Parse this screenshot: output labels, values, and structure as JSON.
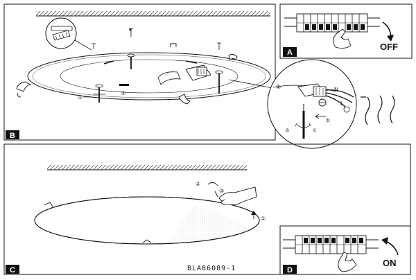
{
  "panels": {
    "a": {
      "tag": "A",
      "switch_label": "OFF"
    },
    "b": {
      "tag": "B",
      "callouts": {
        "one": "①",
        "two": "②",
        "three": "③"
      },
      "wires": {
        "n": "N",
        "l": "L"
      },
      "motions": {
        "a": "a",
        "b": "b",
        "c": "c"
      }
    },
    "c": {
      "tag": "C",
      "callouts": {
        "one": "①",
        "two": "②",
        "three": "③"
      },
      "model_code": "BLA86089-1"
    },
    "d": {
      "tag": "D",
      "switch_label": "ON"
    }
  },
  "colors": {
    "line": "#111111",
    "ceiling_hatch": "#111111",
    "background": "#ffffff"
  }
}
